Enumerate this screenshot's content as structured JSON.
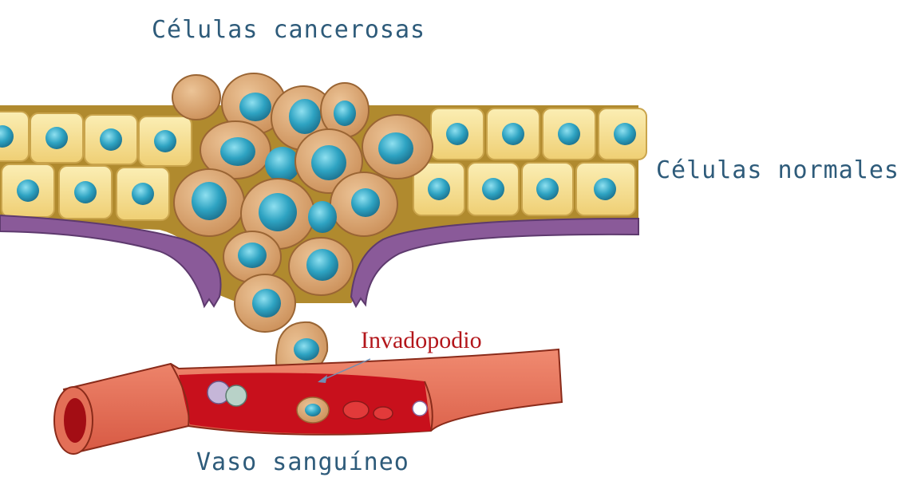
{
  "labels": {
    "cancer_cells": "Células cancerosas",
    "normal_cells": "Células normales",
    "invadopodium": "Invadopodio",
    "blood_vessel": "Vaso sanguíneo"
  },
  "colors": {
    "label_blue": "#2e5b7a",
    "label_red": "#b3161b",
    "normal_cell_fill": "#f3df94",
    "normal_cell_border": "#c9a44c",
    "cancer_cell_fill": "#d9a06a",
    "nucleus": "#2e9fbf",
    "basement_membrane": "#8a5a99",
    "vessel_wall": "#e5715a",
    "vessel_lumen": "#c8101c"
  }
}
